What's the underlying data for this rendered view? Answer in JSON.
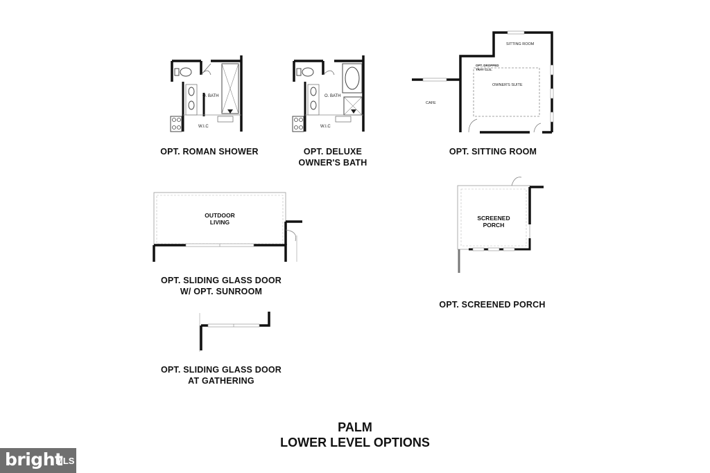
{
  "plans": {
    "roman_shower": {
      "caption": "OPT. ROMAN SHOWER",
      "label_bath": "O. BATH",
      "label_wic": "W.I.C"
    },
    "deluxe_bath": {
      "caption_line1": "OPT. DELUXE",
      "caption_line2": "OWNER'S BATH",
      "label_bath": "O. BATH",
      "label_wic": "W.I.C"
    },
    "sitting_room": {
      "caption": "OPT. SITTING ROOM",
      "label_sitting": "SITTING ROOM",
      "label_tray_1": "OPT. DROPPED",
      "label_tray_2": "TRAY CLG.",
      "label_suite": "OWNER'S SUITE",
      "label_cafe": "CAFE"
    },
    "sunroom": {
      "caption_line1": "OPT. SLIDING GLASS DOOR",
      "caption_line2": "W/ OPT. SUNROOM",
      "label_1": "OUTDOOR",
      "label_2": "LIVING"
    },
    "screened_porch": {
      "caption": "OPT. SCREENED PORCH",
      "label_1": "SCREENED",
      "label_2": "PORCH"
    },
    "gathering_door": {
      "caption_line1": "OPT. SLIDING GLASS DOOR",
      "caption_line2": "AT GATHERING"
    }
  },
  "title": {
    "line1": "PALM",
    "line2": "LOWER LEVEL OPTIONS"
  },
  "logo": {
    "word": "bright",
    "suffix": "MLS"
  }
}
